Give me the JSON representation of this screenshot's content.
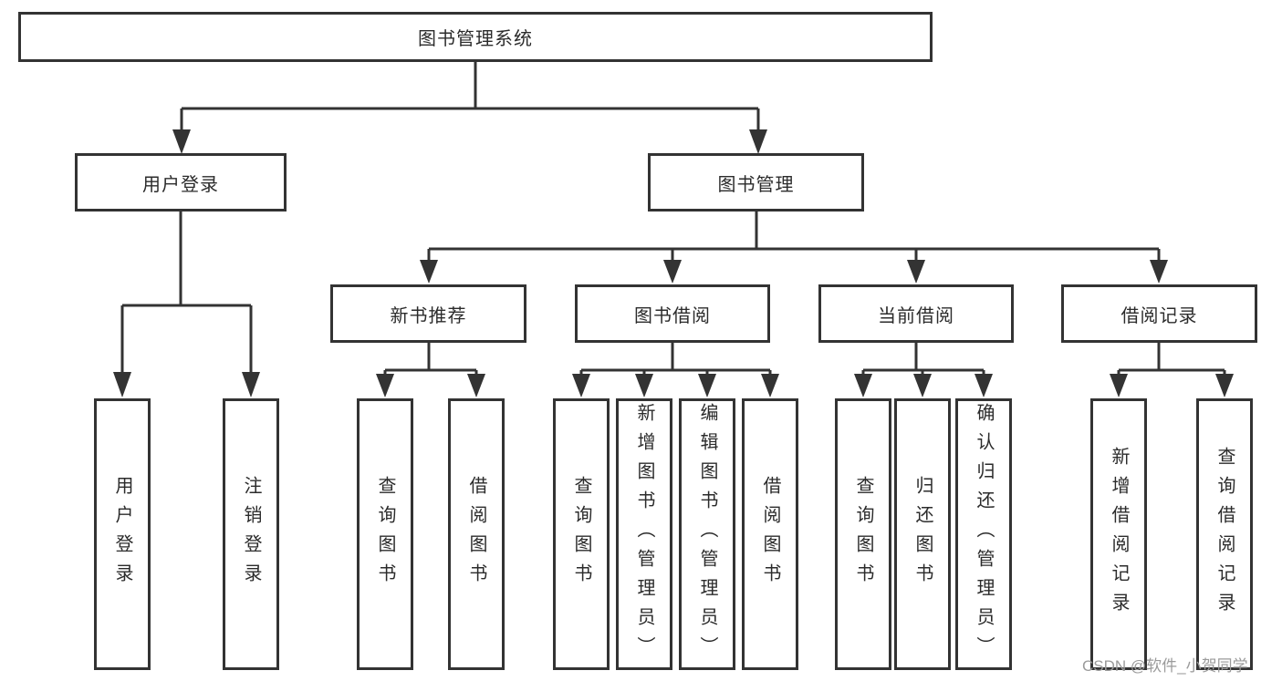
{
  "diagram": {
    "root": "图书管理系统",
    "level2": [
      "用户登录",
      "图书管理"
    ],
    "level3": [
      "新书推荐",
      "图书借阅",
      "当前借阅",
      "借阅记录"
    ],
    "leaves": {
      "user_login": [
        "用户登录",
        "注销登录"
      ],
      "new_books": [
        "查询图书",
        "借阅图书"
      ],
      "book_borrow": [
        "查询图书",
        "新增图书（管理员）",
        "编辑图书（管理员）",
        "借阅图书"
      ],
      "current_borrow": [
        "查询图书",
        "归还图书",
        "确认归还（管理员）"
      ],
      "borrow_records": [
        "新增借阅记录",
        "查询借阅记录"
      ]
    }
  },
  "watermark": "CSDN @软件_小贺同学",
  "colors": {
    "line": "#333333",
    "text": "#2b2b2b",
    "box_bg": "#ffffff",
    "background": "#ffffff",
    "watermark": "#9b9b9b"
  }
}
